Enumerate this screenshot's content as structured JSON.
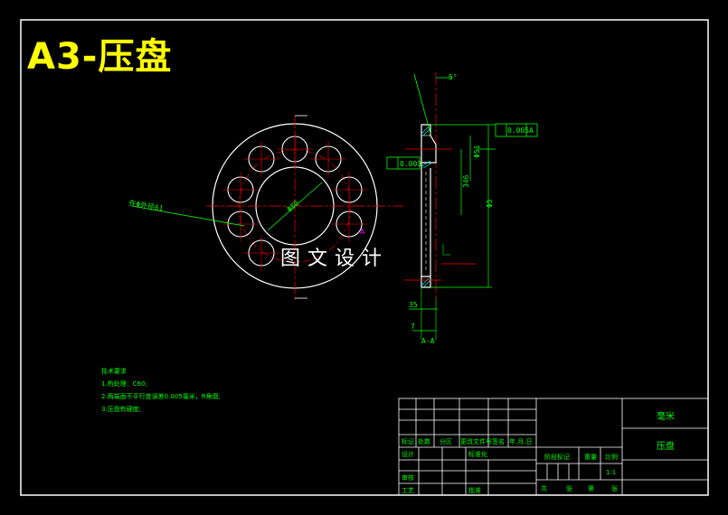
{
  "drawing": {
    "title": "A3-压盘",
    "watermark": "图文设计",
    "tech": {
      "heading": "技术要求",
      "items": [
        "1.热处理：C60;",
        "2.两端面不平行度误差0.005毫米，R角倒;",
        "3.压盘有硬度;"
      ]
    },
    "dims": {
      "angle": "5°",
      "tol1": "0.005",
      "tol1_code": "A",
      "tol2": "0.003",
      "d_small": "Φ51",
      "d_mid": "346",
      "d_big": "Φ5",
      "d_35": "35",
      "d_7": "7",
      "section": "A-A",
      "leader": "在Φ外径61",
      "circle_dia": "Φ80"
    },
    "titleblock": {
      "company": "毫米",
      "part_name": "压盘",
      "headers": [
        "标记",
        "处数",
        "分区",
        "更改文件号",
        "签名",
        "年.月.日"
      ],
      "design": "设计",
      "standard": "标准化",
      "review": "审核",
      "process": "工艺",
      "approve": "批准",
      "stage_mark": "阶段标记",
      "weight": "重量",
      "scale": "比例",
      "scale_value": "1:1",
      "sheets_total": "共",
      "sheets_label": "张",
      "sheet_num": "第",
      "sheet_label": "张"
    }
  }
}
